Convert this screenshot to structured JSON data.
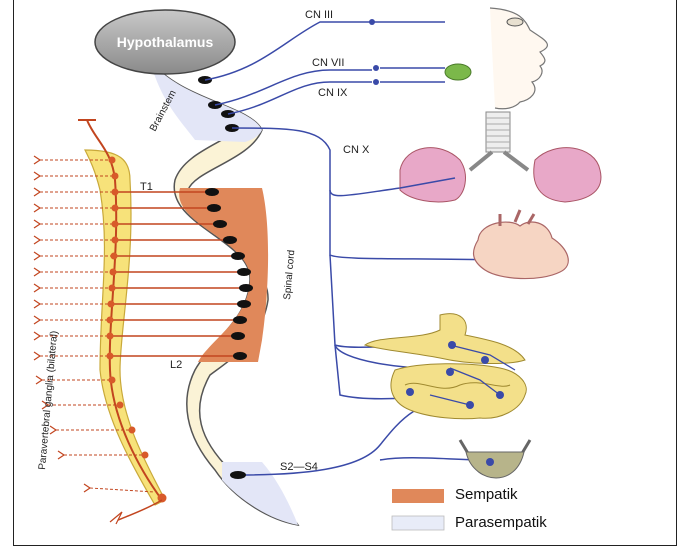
{
  "labels": {
    "hypothalamus": "Hypothalamus",
    "brainstem": "Brainstem",
    "spinal_cord": "Spinal cord",
    "paravertebral": "Paravertebral ganglia (bilateral)",
    "t1": "T1",
    "l2": "L2",
    "s2s4": "S2—S4",
    "cn3": "CN III",
    "cn7": "CN VII",
    "cn9": "CN IX",
    "cn10": "CN X"
  },
  "legend": {
    "sympathetic": {
      "label": "Sempatik",
      "color": "#e0885a"
    },
    "parasympathetic": {
      "label": "Parasempatik",
      "color": "#e8ecf8"
    }
  },
  "colors": {
    "parasympathetic_nerve": "#3a4aa8",
    "sympathetic_nerve": "#c2451f",
    "ganglia_chain": "#f7e27a",
    "cord_fill": "#fbf3d6",
    "organ_pink": "#e8a8c8"
  }
}
